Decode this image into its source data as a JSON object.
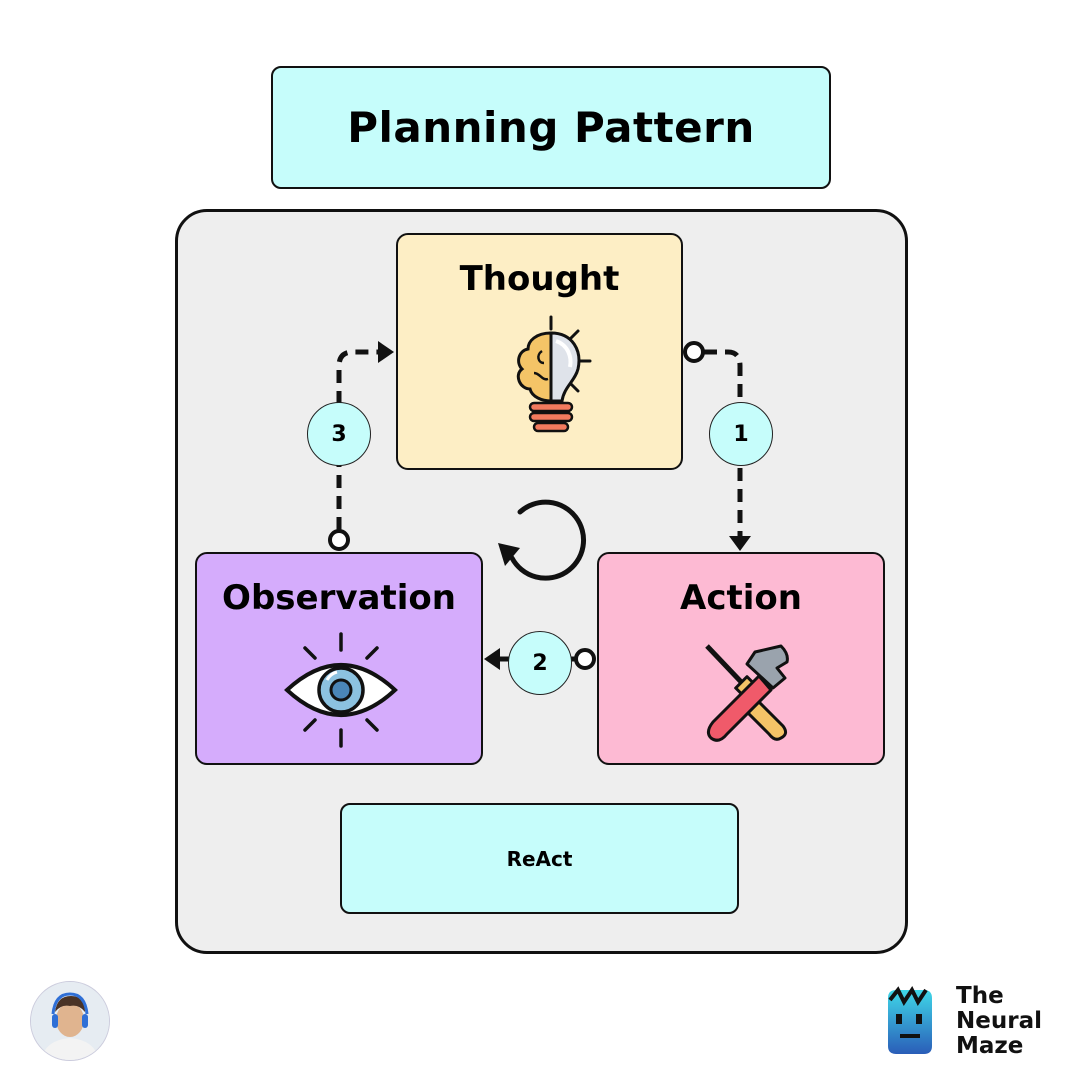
{
  "title": "Planning Pattern",
  "nodes": {
    "thought": "Thought",
    "action": "Action",
    "observation": "Observation"
  },
  "steps": [
    "1",
    "2",
    "3"
  ],
  "footer_label": "ReAct",
  "brand": {
    "line1": "The",
    "line2": "Neural",
    "line3": "Maze"
  },
  "colors": {
    "title_bg": "#c6fdfb",
    "thought_bg": "#fdeec5",
    "action_bg": "#fdbad3",
    "observation_bg": "#d5acfc",
    "panel_bg": "#eeeeee",
    "step_bg": "#c6fdfb"
  }
}
